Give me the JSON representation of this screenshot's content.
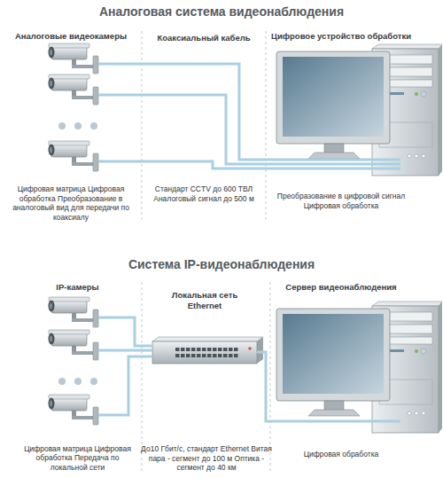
{
  "diagram": {
    "nodes": [
      {
        "text": [
          "Аналоговые видеокамеры",
          "Цифровая матрица Цифровая обработка Преобразование в аналоговый вид для передачи по коаксиалу"
        ]
      },
      {
        "text": [
          "Цифровое устройство обработки",
          "Преобразование в цифровой сигнал Цифровая обработка"
        ]
      },
      {
        "text": [
          "IP-камеры",
          "Цифровая матрица Цифровая обработка Передача по локальной сети"
        ]
      },
      {
        "text": [
          "Локальная сеть Ethernet"
        ]
      },
      {
        "text": [
          "Сервер видеонаблюдения",
          "Цифровая обработка"
        ]
      }
    ],
    "edges": [
      {
        "from": 0,
        "to": 1,
        "arrow": "none"
      },
      {
        "from": 2,
        "to": 3,
        "arrow": "none"
      },
      {
        "from": 3,
        "to": 4,
        "arrow": "none"
      }
    ],
    "labels": [
      "Аналоговая система видеонаблюдения",
      "Коаксиальный кабель",
      "Стандарт CCTV до 600 ТВЛ Аналоговый сигнал до 500 м",
      "Система IP-видеонаблюдения",
      "До10 Гбит/с, стандарт Ethernet Витая пара - сегмент до 100 м Оптика - сегмент до 40 км"
    ]
  }
}
